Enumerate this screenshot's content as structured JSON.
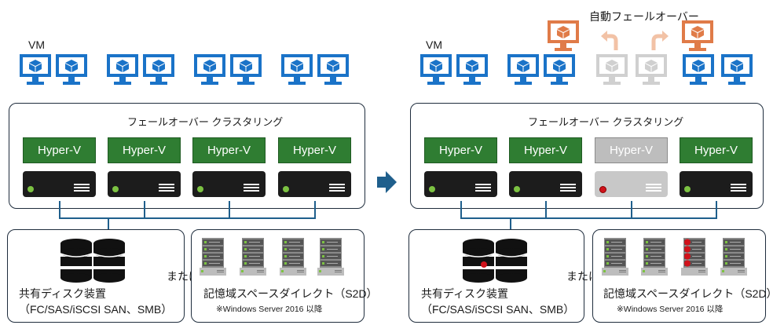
{
  "left": {
    "vm_label": "VM",
    "cluster_title": "フェールオーバー クラスタリング",
    "nodes": [
      {
        "label": "Hyper-V",
        "status": "active"
      },
      {
        "label": "Hyper-V",
        "status": "active"
      },
      {
        "label": "Hyper-V",
        "status": "active"
      },
      {
        "label": "Hyper-V",
        "status": "active"
      }
    ],
    "shared_storage_label": "共有ディスク装置",
    "shared_storage_protocols": "（FC/SAS/iSCSI SAN、SMB）",
    "or_label": "または",
    "s2d_label": "記憶域スペースダイレクト（S2D）",
    "s2d_note": "※Windows Server 2016 以降"
  },
  "right": {
    "vm_label": "VM",
    "failover_label": "自動フェールオーバー",
    "cluster_title": "フェールオーバー クラスタリング",
    "nodes": [
      {
        "label": "Hyper-V",
        "status": "active"
      },
      {
        "label": "Hyper-V",
        "status": "active"
      },
      {
        "label": "Hyper-V",
        "status": "failed"
      },
      {
        "label": "Hyper-V",
        "status": "active"
      }
    ],
    "shared_storage_label": "共有ディスク装置",
    "shared_storage_protocols": "（FC/SAS/iSCSI SAN、SMB）",
    "or_label": "または",
    "s2d_label": "記憶域スペースダイレクト（S2D）",
    "s2d_note": "※Windows Server 2016 以降"
  },
  "colors": {
    "vm_blue": "#1a73c8",
    "vm_failover_orange": "#e07b48",
    "vm_failed_gray": "#c8c8c8",
    "hyperv_green": "#2f7d32",
    "failed_red": "#d0121b",
    "arrow": "#1f5f8c"
  },
  "icons": [
    "monitor-vm-icon",
    "database-icon",
    "rack-server-icon",
    "transition-arrow-icon",
    "failover-arrow-icon"
  ]
}
